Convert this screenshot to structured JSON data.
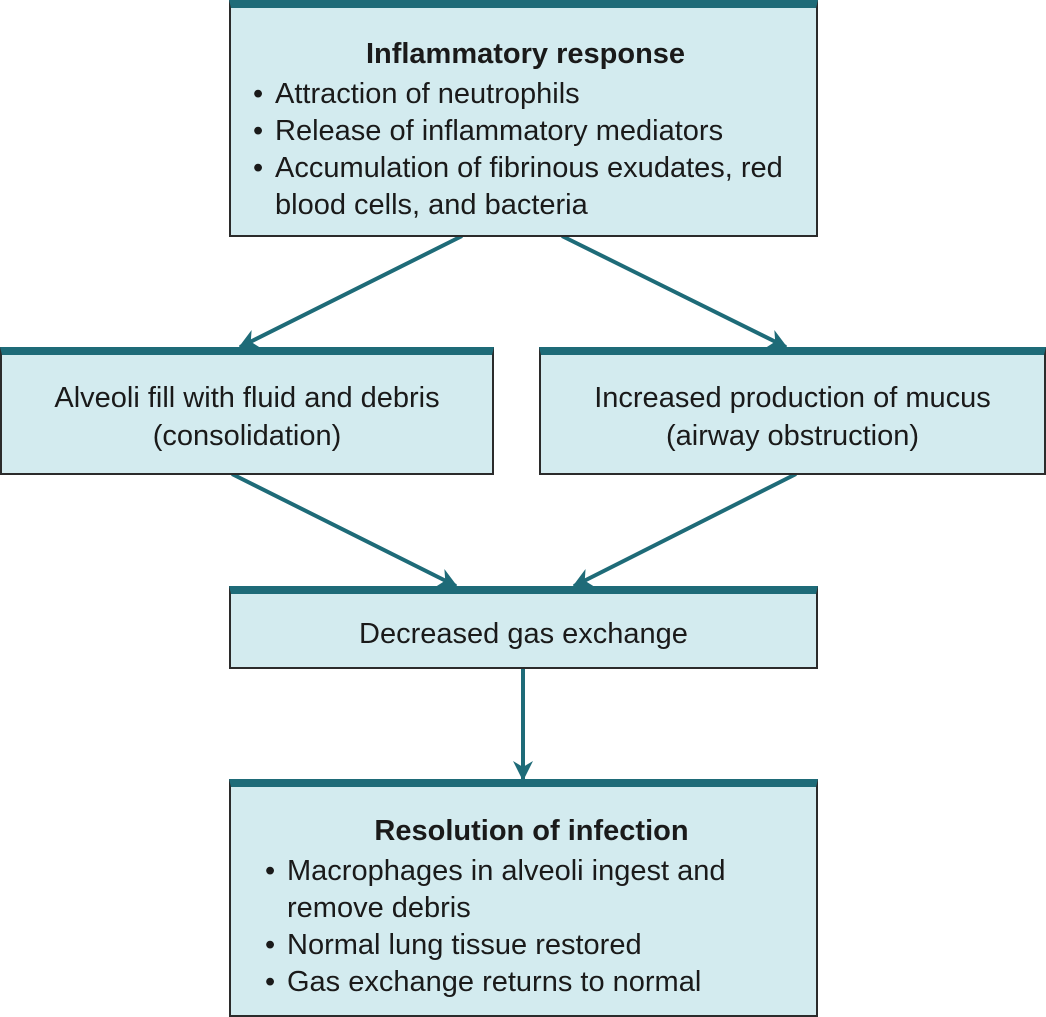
{
  "colors": {
    "box_fill": "#d3ebef",
    "accent": "#1e6b78",
    "border": "#2b2b2b"
  },
  "boxes": {
    "inflammatory": {
      "title": "Inflammatory response",
      "bullets": [
        "Attraction of neutrophils",
        "Release of inflammatory mediators",
        "Accumulation of fibrinous exudates, red blood cells, and bacteria"
      ]
    },
    "alveoli": {
      "text": "Alveoli fill with fluid and debris\n(consolidation)"
    },
    "mucus": {
      "text": "Increased production of mucus\n(airway obstruction)"
    },
    "gas": {
      "text": "Decreased gas exchange"
    },
    "resolution": {
      "title": "Resolution of infection",
      "bullets": [
        "Macrophages in alveoli ingest and remove debris",
        "Normal lung tissue restored",
        "Gas exchange returns to normal"
      ]
    }
  },
  "edges": [
    {
      "from": "inflammatory",
      "to": "alveoli"
    },
    {
      "from": "inflammatory",
      "to": "mucus"
    },
    {
      "from": "alveoli",
      "to": "gas"
    },
    {
      "from": "mucus",
      "to": "gas"
    },
    {
      "from": "gas",
      "to": "resolution"
    }
  ]
}
